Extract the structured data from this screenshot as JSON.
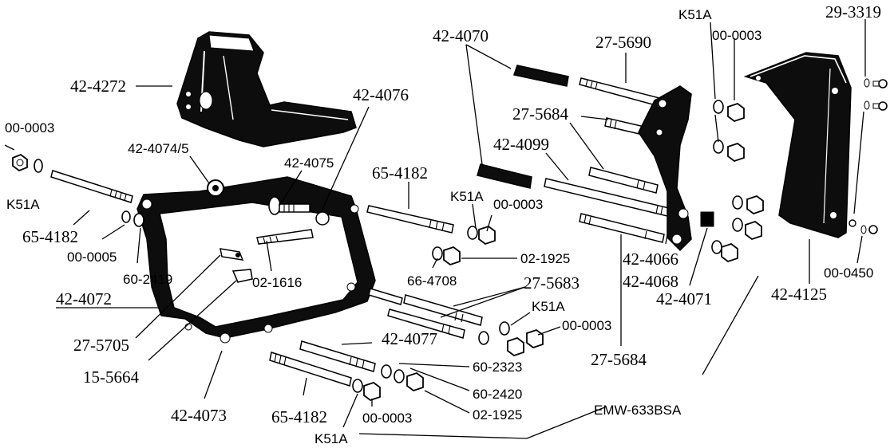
{
  "labels": {
    "l_4272": "42-4272",
    "l_0003_left": "00-0003",
    "l_k51a_left": "K51A",
    "l_65_4182_left": "65-4182",
    "l_0005": "00-0005",
    "l_60_2419": "60-2419",
    "l_4072": "42-4072",
    "l_27_5705": "27-5705",
    "l_15_5664": "15-5664",
    "l_4073": "42-4073",
    "l_65_4182_bottom": "65-4182",
    "l_k51a_bottom": "K51A",
    "l_0003_bottom": "00-0003",
    "l_4074_5": "42-4074/5",
    "l_4075": "42-4075",
    "l_02_1616": "02-1616",
    "l_4076": "42-4076",
    "l_65_4182_mid": "65-4182",
    "l_k51a_mid": "K51A",
    "l_0003_mid": "00-0003",
    "l_02_1925_mid": "02-1925",
    "l_66_4708": "66-4708",
    "l_27_5683": "27-5683",
    "l_k51a_lower": "K51A",
    "l_0003_lower": "00-0003",
    "l_4077": "42-4077",
    "l_60_2323": "60-2323",
    "l_60_2420": "60-2420",
    "l_02_1925_bottom": "02-1925",
    "l_emw": "EMW-633BSA",
    "l_4070": "42-4070",
    "l_27_5690": "27-5690",
    "l_27_5684_top": "27-5684",
    "l_4099": "42-4099",
    "l_4066": "42-4066",
    "l_4068": "42-4068",
    "l_4071": "42-4071",
    "l_27_5684_bottom": "27-5684",
    "l_k51a_right": "K51A",
    "l_0003_right": "00-0003",
    "l_29_3319": "29-3319",
    "l_4125": "42-4125",
    "l_0450": "00-0450"
  }
}
